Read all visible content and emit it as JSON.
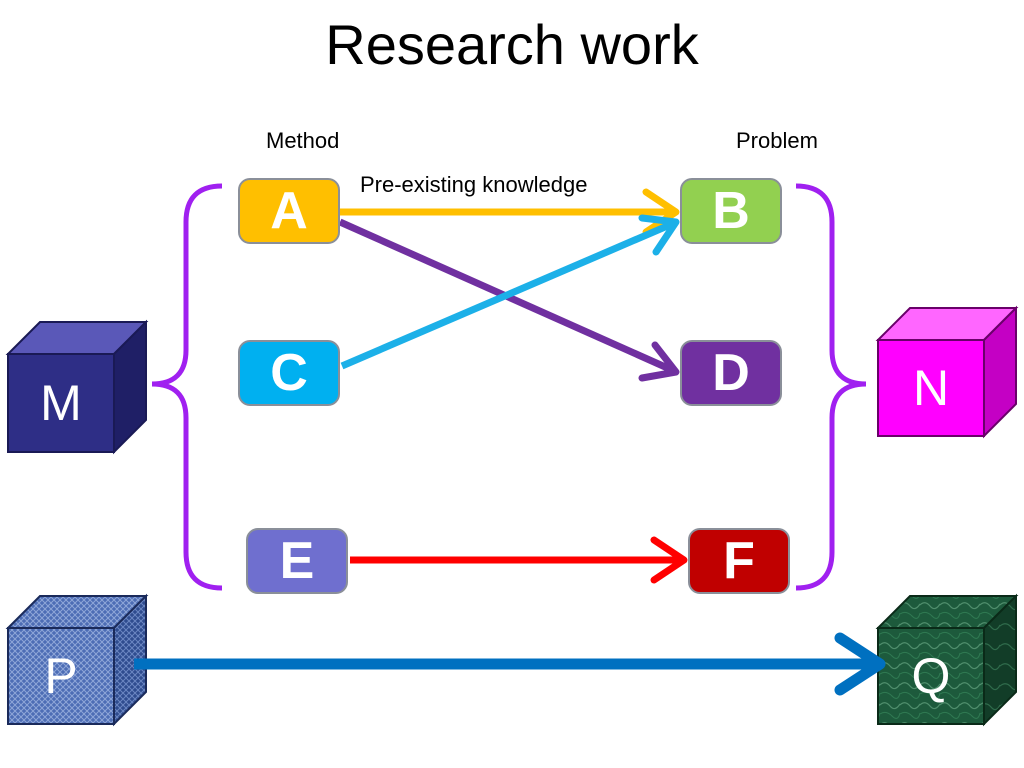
{
  "title": "Research work",
  "headers": {
    "method": "Method",
    "problem": "Problem"
  },
  "edge_label": "Pre-existing knowledge",
  "nodes": {
    "A": {
      "label": "A",
      "color": "#ffbf00"
    },
    "B": {
      "label": "B",
      "color": "#92d050"
    },
    "C": {
      "label": "C",
      "color": "#00b0f0"
    },
    "D": {
      "label": "D",
      "color": "#7030a0"
    },
    "E": {
      "label": "E",
      "color": "#6f6fcf"
    },
    "F": {
      "label": "F",
      "color": "#c00000"
    }
  },
  "cubes": {
    "M": {
      "label": "M",
      "color": "#2e2e86"
    },
    "N": {
      "label": "N",
      "color": "#ff00ff"
    },
    "P": {
      "label": "P",
      "color": "#3f5fa8"
    },
    "Q": {
      "label": "Q",
      "color": "#1f5a3a"
    }
  },
  "edges": [
    {
      "from": "A",
      "to": "B",
      "color": "#ffbf00"
    },
    {
      "from": "A",
      "to": "D",
      "color": "#7030a0"
    },
    {
      "from": "C",
      "to": "B",
      "color": "#1cb0e8"
    },
    {
      "from": "E",
      "to": "F",
      "color": "#ff0000"
    },
    {
      "from": "P",
      "to": "Q",
      "color": "#0070c0"
    }
  ],
  "brace_color": "#a020f0"
}
